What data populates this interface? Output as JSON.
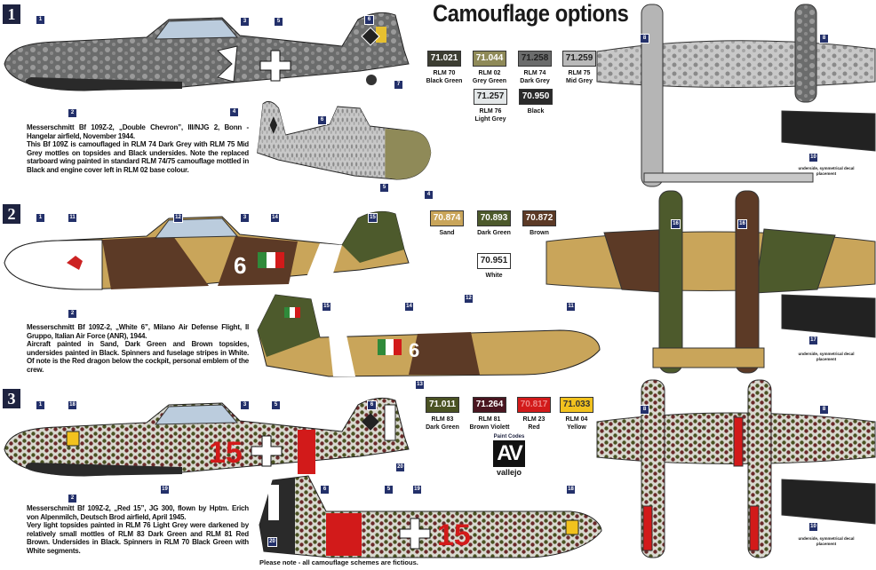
{
  "title": "Camouflage options",
  "sections": [
    {
      "number": "1",
      "description_title": "Messerschmitt Bf 109Z-2, „Double Chevron”, III/NJG 2, Bonn - Hangelar airfield, November 1944.",
      "description_body": "This Bf 109Z is camouflaged in RLM 74 Dark Grey with RLM 75 Mid Grey mottles on topsides and Black undersides. Note the replaced starboard wing painted in standard RLM 74/75 camouflage mottled in Black and engine cover left in RLM 02 base colour.",
      "swatches": [
        {
          "code": "71.021",
          "name1": "RLM 70",
          "name2": "Black Green",
          "color": "#3d3e33",
          "text": "#ffffff"
        },
        {
          "code": "71.044",
          "name1": "RLM 02",
          "name2": "Grey Green",
          "color": "#8f8a58",
          "text": "#ffffff"
        },
        {
          "code": "71.258",
          "name1": "RLM 74",
          "name2": "Dark Grey",
          "color": "#6b6c6c",
          "text": "#222222"
        },
        {
          "code": "71.259",
          "name1": "RLM 75",
          "name2": "Mid Grey",
          "color": "#b9b9b9",
          "text": "#222222"
        },
        {
          "code": "71.257",
          "name1": "RLM 76",
          "name2": "Light Grey",
          "color": "#e3e7e8",
          "text": "#222222"
        },
        {
          "code": "70.950",
          "name1": "Black",
          "name2": "",
          "color": "#2a2a2a",
          "text": "#ffffff"
        }
      ],
      "callouts": [
        "1",
        "2",
        "3",
        "4",
        "5",
        "6",
        "7",
        "4",
        "5",
        "6",
        "8",
        "8",
        "10"
      ],
      "underside_note": "underside, symmetrical decal placement"
    },
    {
      "number": "2",
      "description_title": "Messerschmitt Bf 109Z-2, „White 6”, Milano Air Defense Flight, II Gruppo, Italian Air Force (ANR), 1944.",
      "description_body": "Aircraft painted in Sand, Dark Green and Brown topsides, undersides painted in Black. Spinners and fuselage stripes in White. Of note is the Red dragon below the cockpit, personal emblem of the crew.",
      "swatches": [
        {
          "code": "70.874",
          "name1": "Sand",
          "name2": "",
          "color": "#c9a55a",
          "text": "#ffffff"
        },
        {
          "code": "70.893",
          "name1": "Dark Green",
          "name2": "",
          "color": "#4d5a2c",
          "text": "#ffffff"
        },
        {
          "code": "70.872",
          "name1": "Brown",
          "name2": "",
          "color": "#5c3a26",
          "text": "#ffffff"
        },
        {
          "code": "70.951",
          "name1": "White",
          "name2": "",
          "color": "#ffffff",
          "text": "#222222"
        }
      ],
      "callouts": [
        "1",
        "11",
        "12",
        "3",
        "14",
        "15",
        "2",
        "15",
        "14",
        "12",
        "11",
        "13",
        "16",
        "16",
        "17"
      ],
      "profile_number": "6",
      "underside_note": "underside, symmetrical decal placement"
    },
    {
      "number": "3",
      "description_title": "Messerschmitt Bf 109Z-2, „Red 15”, JG 300, flown by Hptm. Erich von Alpenmilch, Deutsch Brod airfield, April 1945.",
      "description_body": "Very light topsides painted in RLM 76 Light Grey were darkened by relatively small mottles of RLM 83 Dark Green and RLM 81 Red Brown. Undersides in Black. Spinners in RLM 70 Black Green with White segments.",
      "swatches": [
        {
          "code": "71.011",
          "name1": "RLM 83",
          "name2": "Dark Green",
          "color": "#4a5223",
          "text": "#ffffff"
        },
        {
          "code": "71.264",
          "name1": "RLM 81",
          "name2": "Brown Violett",
          "color": "#4a1620",
          "text": "#ffffff"
        },
        {
          "code": "70.817",
          "name1": "RLM 23",
          "name2": "Red",
          "color": "#d21a1a",
          "text": "#ee8888"
        },
        {
          "code": "71.033",
          "name1": "RLM 04",
          "name2": "Yellow",
          "color": "#f2c21e",
          "text": "#333333"
        }
      ],
      "callouts": [
        "1",
        "18",
        "3",
        "5",
        "6",
        "2",
        "19",
        "20",
        "6",
        "5",
        "19",
        "18",
        "20",
        "8",
        "8",
        "10"
      ],
      "profile_number": "15",
      "underside_note": "underside, symmetrical decal placement"
    }
  ],
  "brand": {
    "paint_codes": "Paint Codes",
    "logo_mark": "AV",
    "name": "vallejo"
  },
  "footer_note": "Please note - all camouflage schemes are fictious."
}
